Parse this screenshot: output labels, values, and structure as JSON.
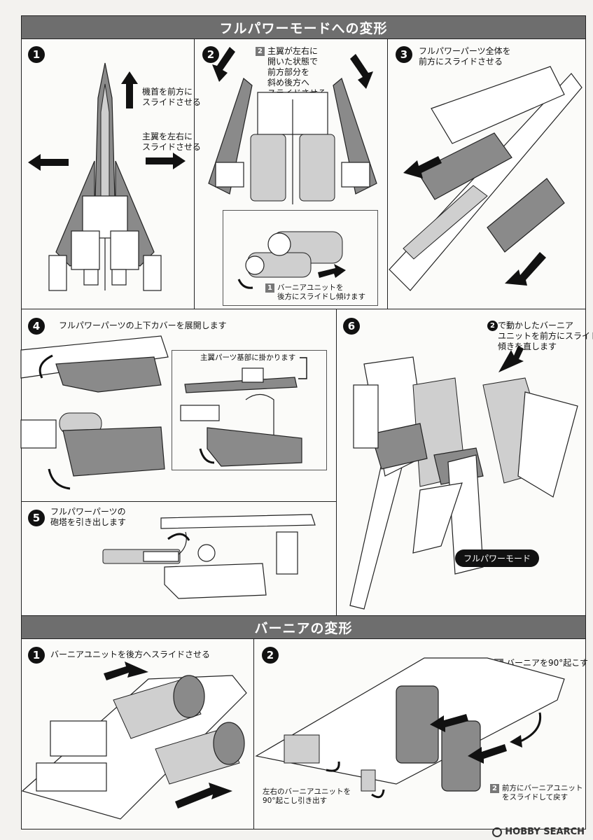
{
  "sections": {
    "top_title": "フルパワーモードへの変形",
    "bottom_title": "バーニアの変形"
  },
  "steps": {
    "s1": {
      "num": "1",
      "nose_text": "機首を前方に\nスライドさせる",
      "wings_text": "主翼を左右に\nスライドさせる"
    },
    "s2": {
      "num": "2",
      "sub2_badge": "2",
      "sub2_text": "主翼が左右に\n開いた状態で\n前方部分を\n斜め後方へ\nスライドさせる",
      "sub1_badge": "1",
      "sub1_text": "バーニアユニットを\n後方にスライドし傾けます"
    },
    "s3": {
      "num": "3",
      "text": "フルパワーパーツ全体を\n前方にスライドさせる"
    },
    "s4": {
      "num": "4",
      "text": "フルパワーパーツの上下カバーを展開します",
      "inset_text": "主翼パーツ基部に掛かります"
    },
    "s5": {
      "num": "5",
      "text": "フルパワーパーツの\n砲塔を引き出します"
    },
    "s6": {
      "num": "6",
      "ref_num": "2",
      "text": "で動かしたバーニア\nユニットを前方にスライドし\n傾きを直します",
      "mode_label": "フルパワーモード"
    },
    "b1": {
      "num": "1",
      "text": "バーニアユニットを後方へスライドさせる"
    },
    "b2": {
      "num": "2",
      "sub1_badge": "1",
      "sub1_text": "バーニアを90°起こす",
      "left_text": "左右のバーニアユニットを\n90°起こし引き出す",
      "sub2_badge": "2",
      "sub2_text": "前方にバーニアユニット\nをスライドして戻す"
    }
  },
  "footer": {
    "brand": "HOBBY SEARCH"
  }
}
